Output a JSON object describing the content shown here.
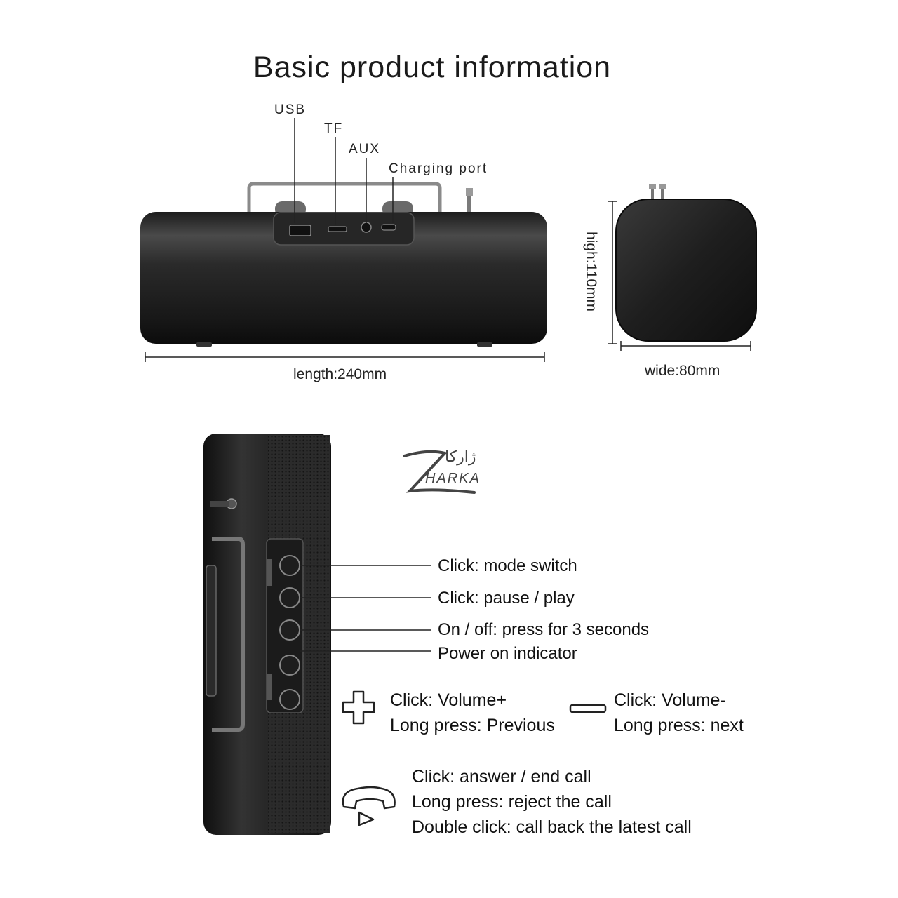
{
  "title": "Basic product information",
  "ports": {
    "usb": "USB",
    "tf": "TF",
    "aux": "AUX",
    "charging": "Charging port"
  },
  "dimensions": {
    "length": "length:240mm",
    "height": "high:110mm",
    "width": "wide:80mm"
  },
  "watermark": {
    "latin": "HARKA",
    "persian": "ژارکا"
  },
  "buttons": {
    "mode": "Click: mode switch",
    "pause": "Click: pause / play",
    "power": "On / off: press for 3 seconds",
    "indicator": "Power on indicator"
  },
  "volume_plus": {
    "line1": "Click: Volume+",
    "line2": "Long press: Previous"
  },
  "volume_minus": {
    "line1": "Click: Volume-",
    "line2": "Long press: next"
  },
  "call": {
    "line1": "Click: answer / end call",
    "line2": "Long press: reject the call",
    "line3": "Double click: call back the latest call"
  },
  "icons": [
    "plus-icon",
    "minus-icon",
    "phone-icon"
  ]
}
